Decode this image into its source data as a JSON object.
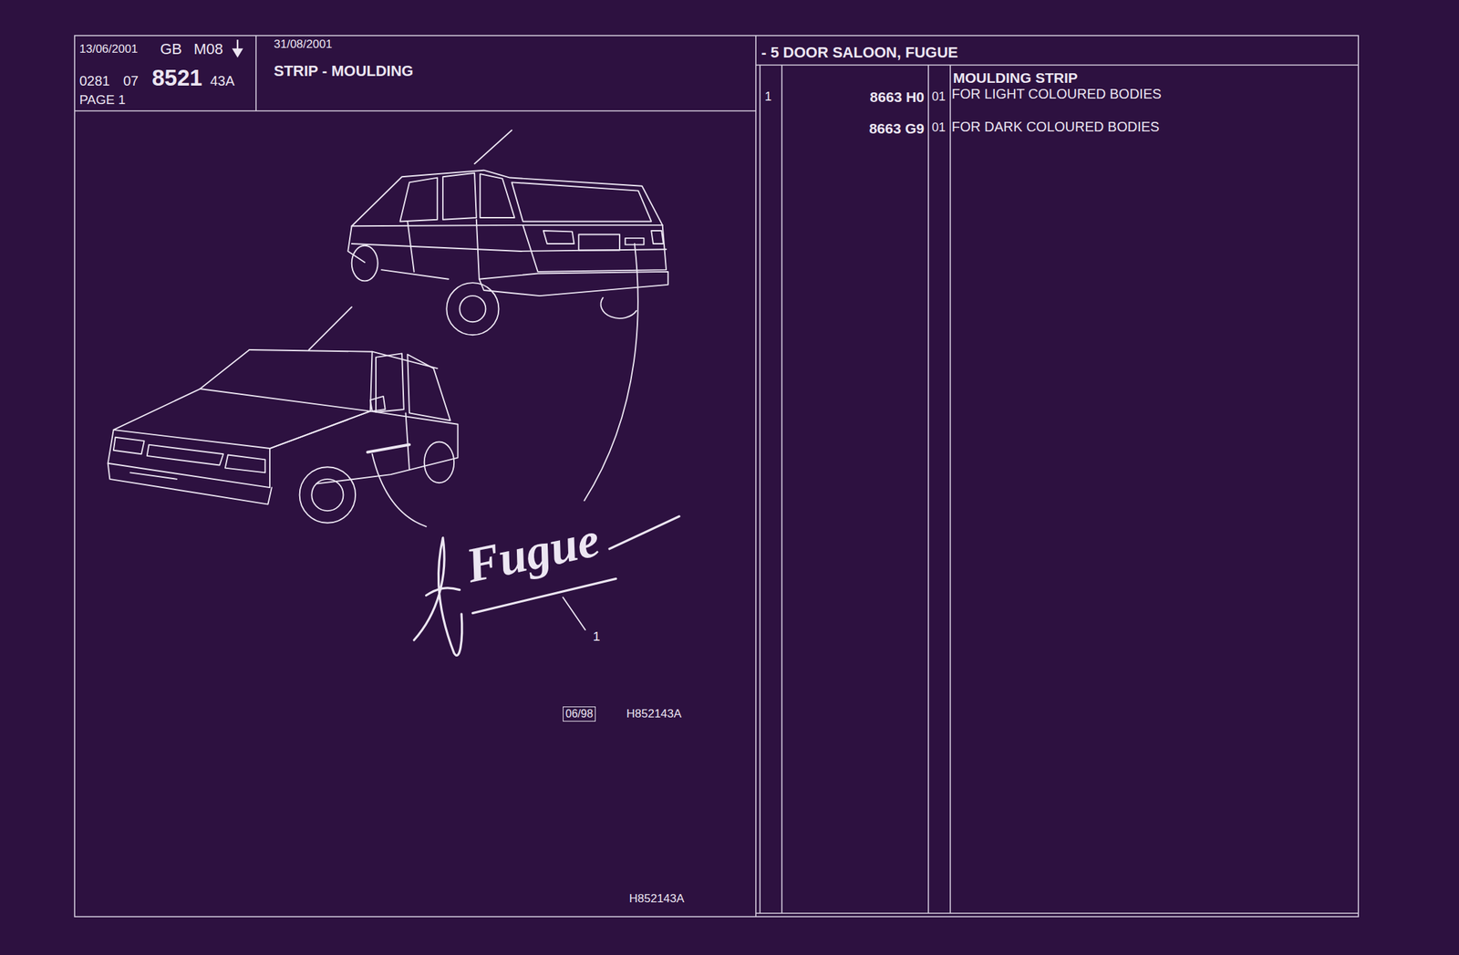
{
  "diagram": {
    "title": "STRIP - MOULDING",
    "labels": [
      "13/06/2001",
      "GB",
      "M08",
      "0281",
      "07",
      "8521",
      "43A",
      "PAGE 1",
      "31/08/2001",
      "- 5 DOOR SALOON, FUGUE",
      "1",
      "8663 H0",
      "01",
      "MOULDING STRIP",
      "FOR LIGHT COLOURED BODIES",
      "8663 G9",
      "01",
      "FOR DARK COLOURED BODIES",
      "Fugue",
      "1",
      "06/98",
      "H852143A",
      "H852143A"
    ]
  }
}
